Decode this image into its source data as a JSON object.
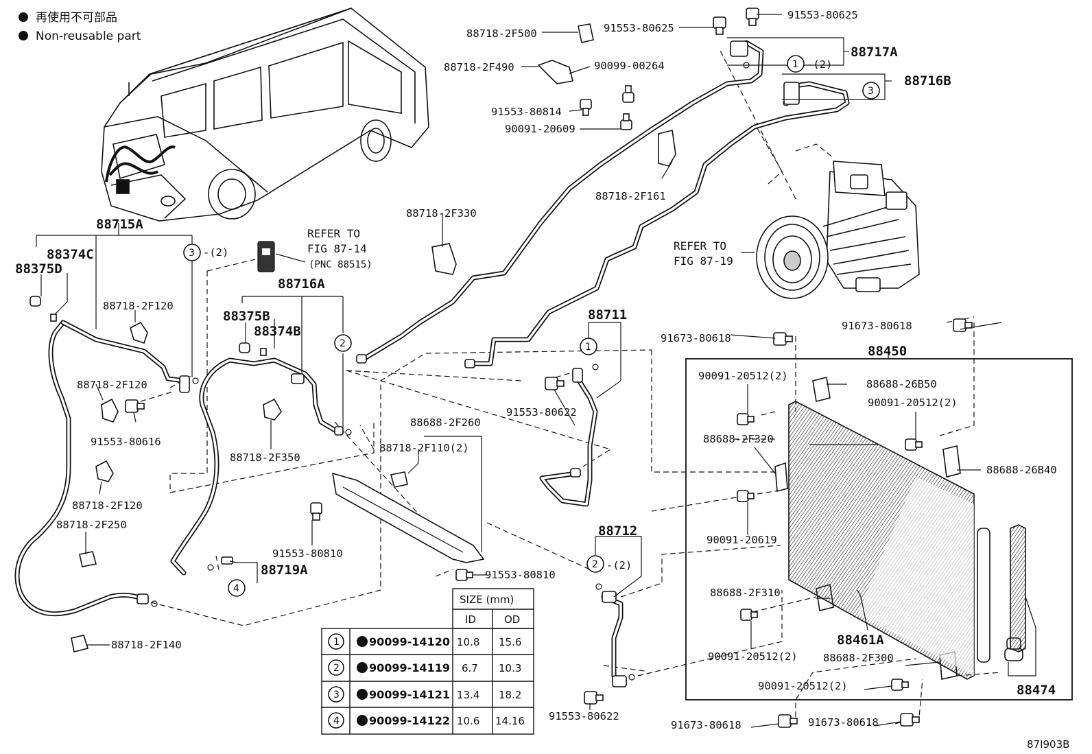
{
  "legend": {
    "jp": "再使用不可部品",
    "en": "Non-reusable part"
  },
  "figure_code": "87I903B",
  "refers": [
    {
      "lines": [
        "REFER TO",
        "FIG 87-14",
        "(PNC 88515)"
      ]
    },
    {
      "lines": [
        "REFER TO",
        "FIG 87-19"
      ]
    }
  ],
  "assemblies": [
    "88717A",
    "88716B",
    "88715A",
    "88716A",
    "88711",
    "88712",
    "88450",
    "88461A",
    "88474",
    "88719A"
  ],
  "labels": [
    "88718-2F500",
    "91553-80625",
    "91553-80625",
    "88718-2F490",
    "90099-00264",
    "91553-80814",
    "90091-20609",
    "88718-2F161",
    "88718-2F330",
    "88374C",
    "88375D",
    "88718-2F120",
    "88718-2F120",
    "91553-80616",
    "88718-2F120",
    "88718-2F250",
    "88375B",
    "88374B",
    "88718-2F350",
    "88688-2F260",
    "88718-2F110(2)",
    "91553-80810",
    "91553-80810",
    "91553-80622",
    "91553-80622",
    "91673-80618",
    "91673-80618",
    "90091-20512(2)",
    "88688-26B50",
    "90091-20512(2)",
    "88688-2F320",
    "88688-26B40",
    "90091-20619",
    "88688-2F310",
    "90091-20512(2)",
    "88688-2F300",
    "90091-20512(2)",
    "91673-80618",
    "91673-80618",
    "88718-2F140"
  ],
  "callouts": [
    {
      "num": "1",
      "qty": "-(2)"
    },
    {
      "num": "3",
      "qty": ""
    },
    {
      "num": "3",
      "qty": "-(2)"
    },
    {
      "num": "2",
      "qty": ""
    },
    {
      "num": "1",
      "qty": ""
    },
    {
      "num": "2",
      "qty": "-(2)"
    },
    {
      "num": "4",
      "qty": ""
    }
  ],
  "size_table": {
    "header": "SIZE (mm)",
    "col_id": "ID",
    "col_od": "OD",
    "rows": [
      {
        "ref": "1",
        "part": "90099-14120",
        "id": "10.8",
        "od": "15.6"
      },
      {
        "ref": "2",
        "part": "90099-14119",
        "id": "6.7",
        "od": "10.3"
      },
      {
        "ref": "3",
        "part": "90099-14121",
        "id": "13.4",
        "od": "18.2"
      },
      {
        "ref": "4",
        "part": "90099-14122",
        "id": "10.6",
        "od": "14.16"
      }
    ]
  }
}
